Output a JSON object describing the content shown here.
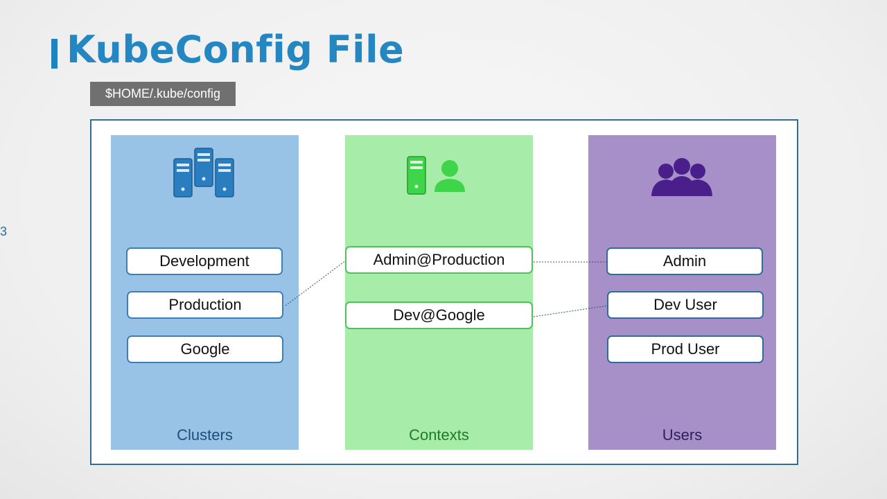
{
  "title": "KubeConfig File",
  "config_path": "$HOME/.kube/config",
  "side_marker": "3",
  "columns": {
    "clusters": {
      "label": "Clusters",
      "icon": "servers-icon",
      "items": [
        "Development",
        "Production",
        "Google"
      ]
    },
    "contexts": {
      "label": "Contexts",
      "icon": "server-user-icon",
      "items": [
        "Admin@Production",
        "Dev@Google"
      ]
    },
    "users": {
      "label": "Users",
      "icon": "users-group-icon",
      "items": [
        "Admin",
        "Dev User",
        "Prod User"
      ]
    }
  },
  "links": [
    {
      "from": "Production",
      "to": "Admin@Production"
    },
    {
      "from": "Admin@Production",
      "to": "Admin"
    },
    {
      "from": "Dev@Google",
      "to": "Dev User"
    }
  ],
  "colors": {
    "title": "#2587c2",
    "clusters_bg": "#98c2e6",
    "contexts_bg": "#a7eca9",
    "users_bg": "#a78fc8"
  }
}
